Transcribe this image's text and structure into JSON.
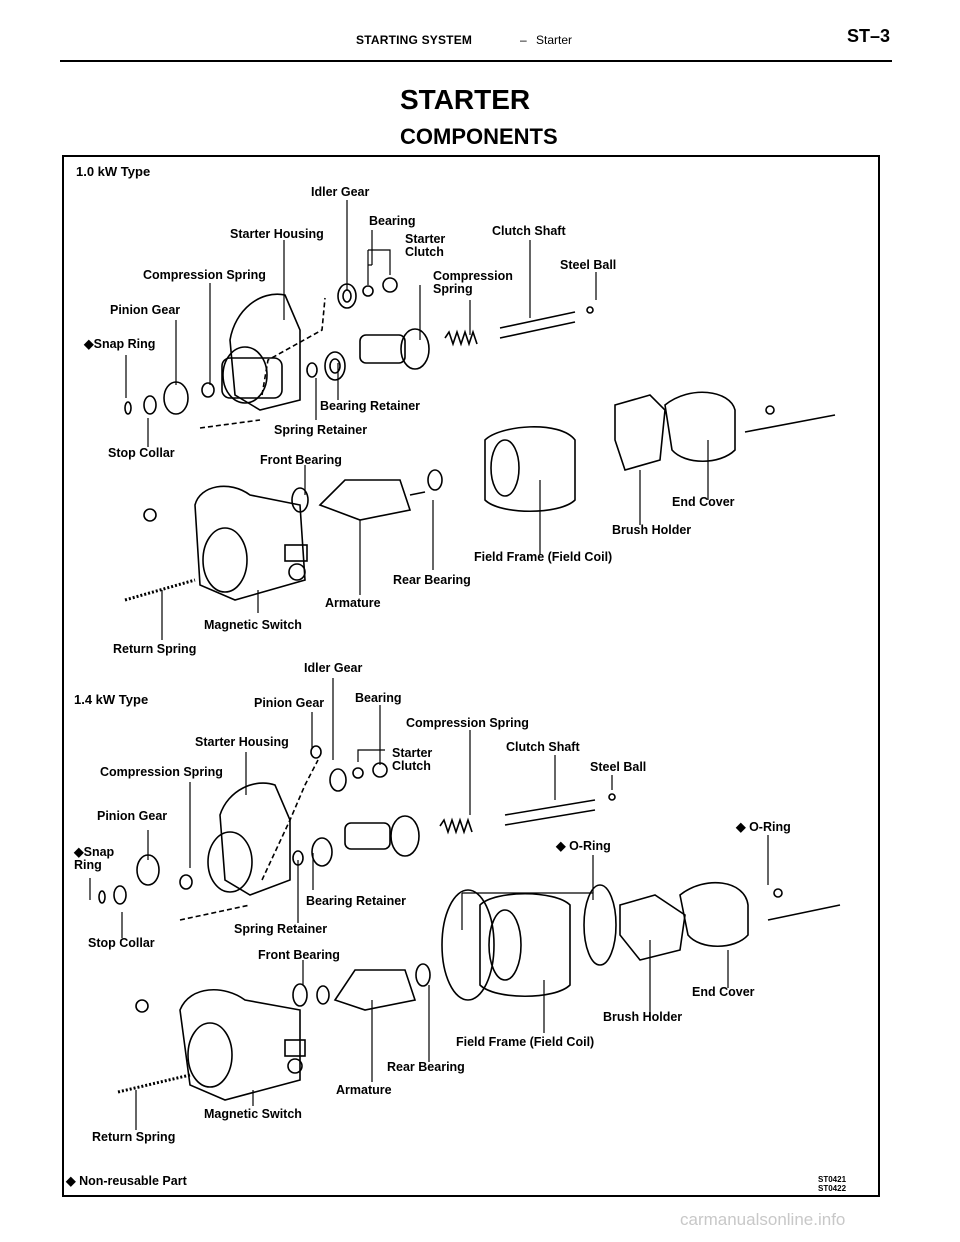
{
  "header": {
    "section": "STARTING SYSTEM",
    "separator": "–",
    "subsection": "Starter",
    "page": "ST–3"
  },
  "title": "STARTER",
  "subtitle": "COMPONENTS",
  "diagram1": {
    "type_label": "1.0 kW Type",
    "labels": {
      "idler_gear": "Idler Gear",
      "bearing": "Bearing",
      "starter_housing": "Starter Housing",
      "starter_clutch": "Starter\nClutch",
      "clutch_shaft": "Clutch Shaft",
      "compression_spring_left": "Compression Spring",
      "compression_spring_right": "Compression\nSpring",
      "steel_ball": "Steel Ball",
      "pinion_gear": "Pinion Gear",
      "snap_ring": "◆Snap Ring",
      "bearing_retainer": "Bearing Retainer",
      "spring_retainer": "Spring Retainer",
      "stop_collar": "Stop Collar",
      "front_bearing": "Front Bearing",
      "end_cover": "End Cover",
      "brush_holder": "Brush Holder",
      "field_frame": "Field Frame (Field Coil)",
      "rear_bearing": "Rear Bearing",
      "armature": "Armature",
      "magnetic_switch": "Magnetic Switch",
      "return_spring": "Return Spring"
    }
  },
  "diagram2": {
    "type_label": "1.4 kW Type",
    "labels": {
      "idler_gear": "Idler Gear",
      "pinion_gear_top": "Pinion Gear",
      "bearing": "Bearing",
      "compression_spring_top": "Compression Spring",
      "starter_housing": "Starter Housing",
      "starter_clutch": "Starter\nClutch",
      "clutch_shaft": "Clutch Shaft",
      "compression_spring_left": "Compression Spring",
      "steel_ball": "Steel Ball",
      "o_ring_right": "◆ O-Ring",
      "pinion_gear": "Pinion Gear",
      "o_ring_mid": "◆ O-Ring",
      "snap_ring": "◆Snap\nRing",
      "bearing_retainer": "Bearing Retainer",
      "spring_retainer": "Spring Retainer",
      "stop_collar": "Stop Collar",
      "front_bearing": "Front Bearing",
      "end_cover": "End Cover",
      "brush_holder": "Brush Holder",
      "field_frame": "Field Frame (Field Coil)",
      "rear_bearing": "Rear Bearing",
      "armature": "Armature",
      "magnetic_switch": "Magnetic Switch",
      "return_spring": "Return Spring"
    }
  },
  "footer": {
    "note": "◆ Non-reusable Part",
    "codes": [
      "ST0421",
      "ST0422"
    ]
  },
  "watermark": "carmanualsonline.info"
}
